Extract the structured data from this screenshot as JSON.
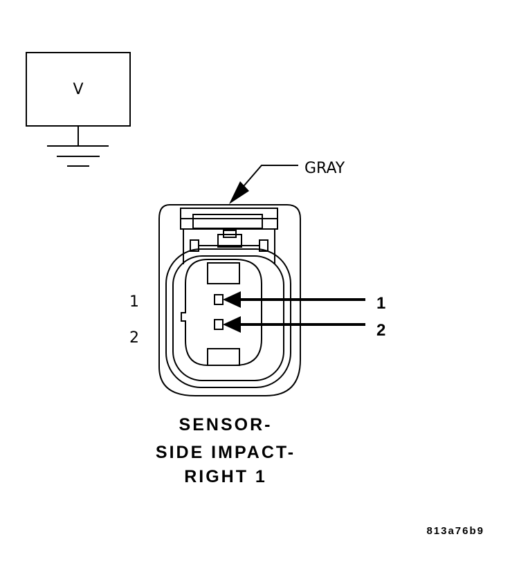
{
  "meter": {
    "symbol": "V"
  },
  "wire": {
    "color_label": "GRAY"
  },
  "pins": {
    "side_labels": [
      "1",
      "2"
    ],
    "callout_labels": [
      "1",
      "2"
    ]
  },
  "title": {
    "lines": [
      "SENSOR-",
      "SIDE IMPACT-",
      "RIGHT 1"
    ]
  },
  "figure_id": "813a76b9"
}
